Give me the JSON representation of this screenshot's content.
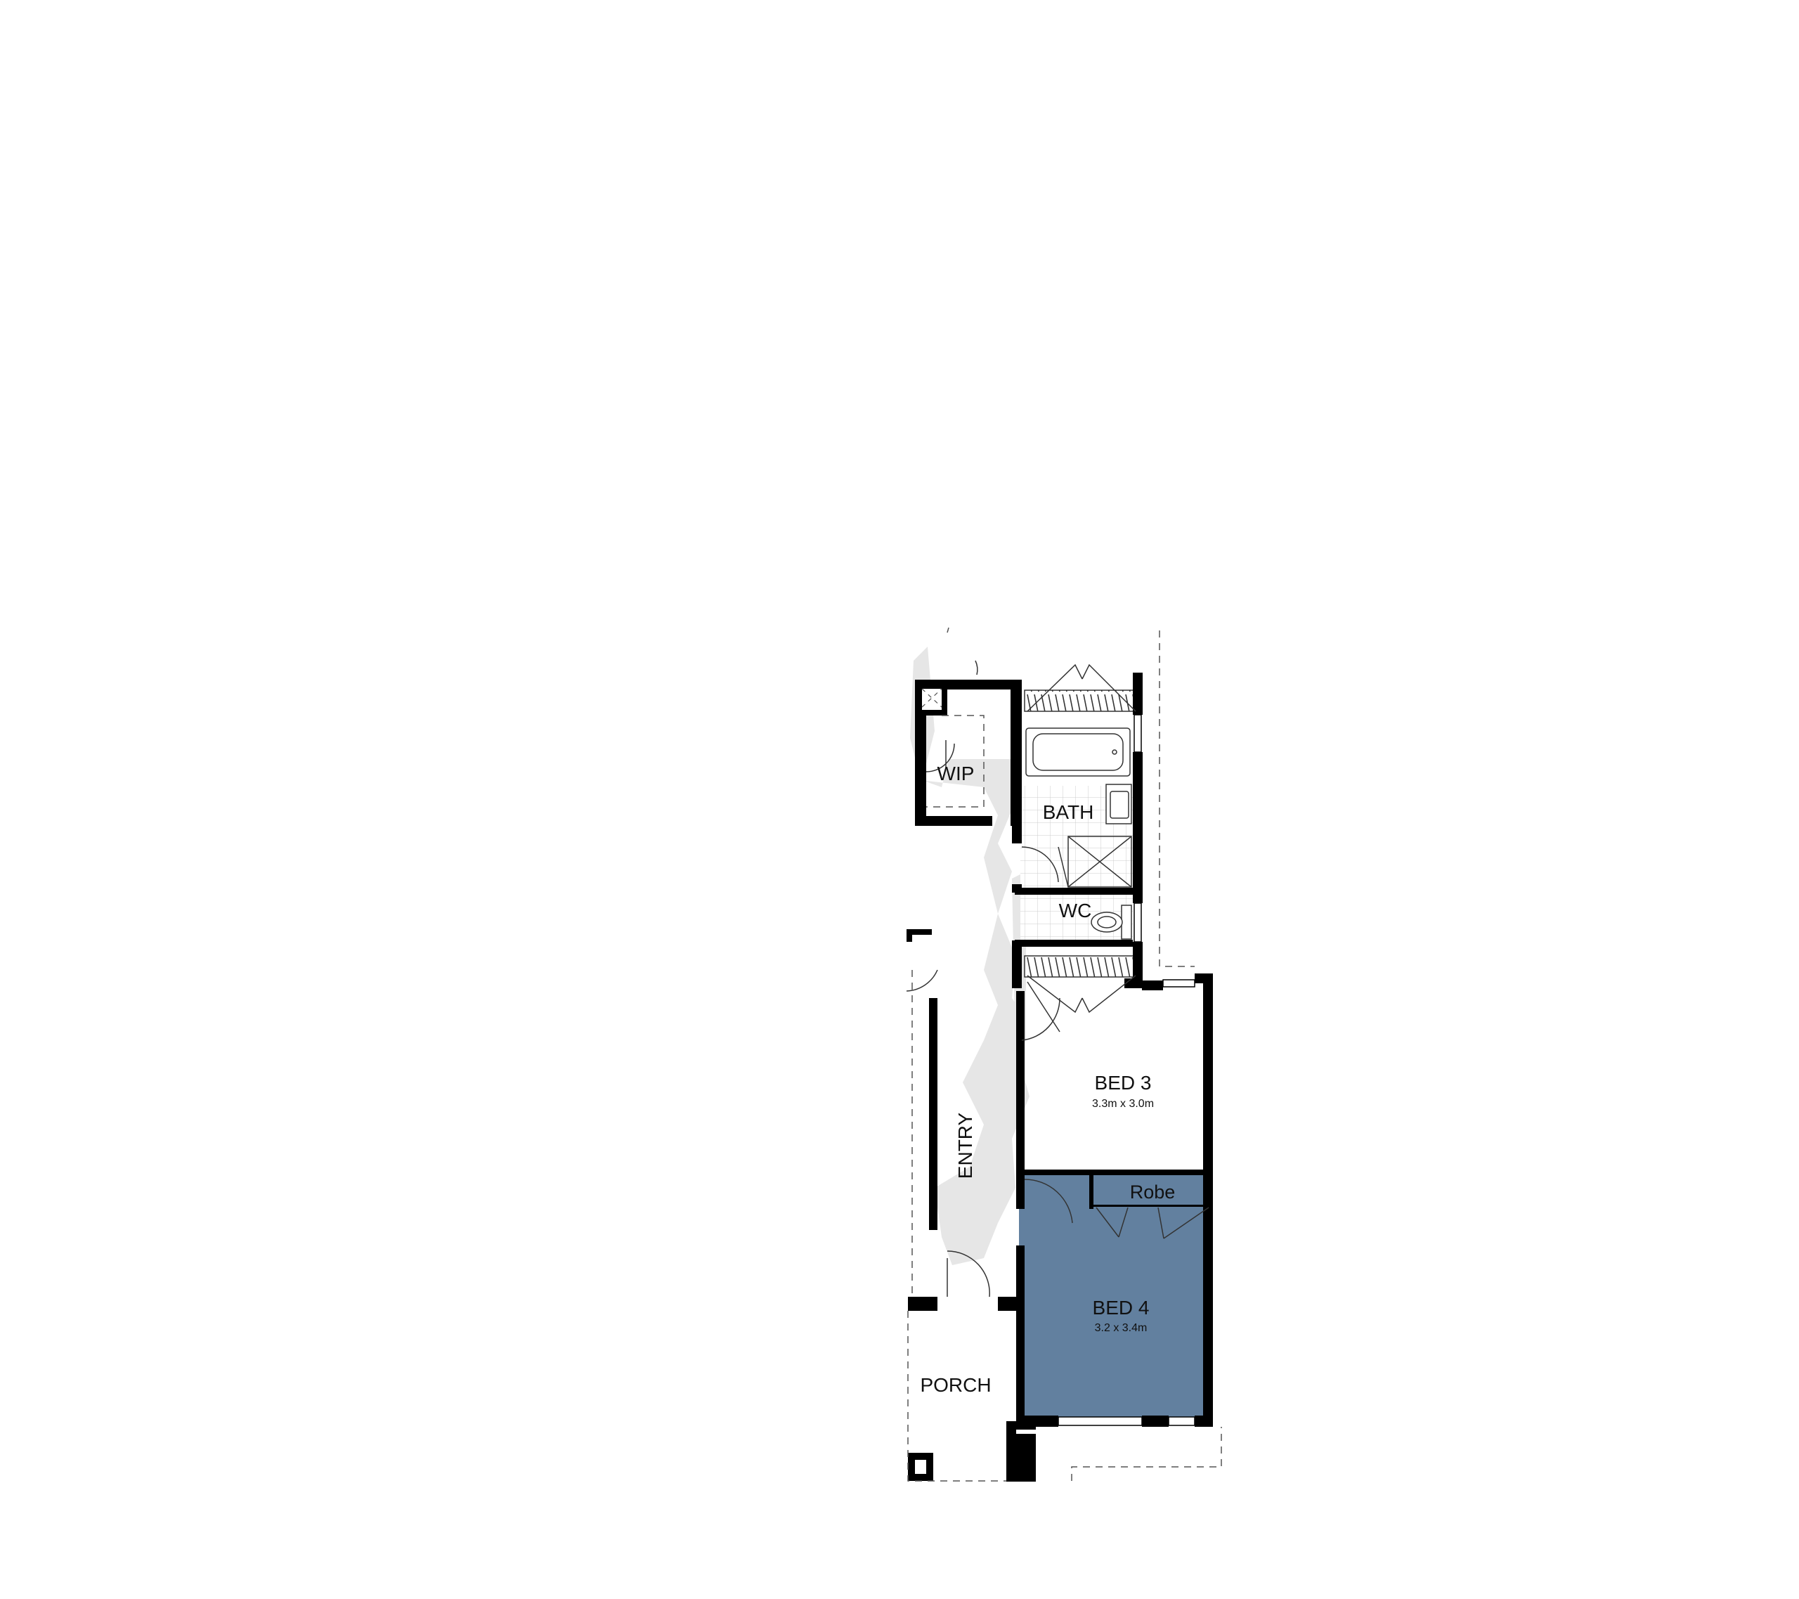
{
  "rooms": {
    "wip": {
      "name": "WIP"
    },
    "bath": {
      "name": "BATH"
    },
    "wc": {
      "name": "WC"
    },
    "entry": {
      "name": "ENTRY"
    },
    "porch": {
      "name": "PORCH"
    },
    "robe": {
      "name": "Robe"
    },
    "bed3": {
      "name": "BED 3",
      "size": "3.3m x 3.0m"
    },
    "bed4": {
      "name": "BED 4",
      "size": "3.2 x 3.4m"
    }
  },
  "colors": {
    "wall": "#000000",
    "bed4_fill": "#62809f",
    "hatch": "#e6e6e6",
    "tile_grid": "#c9c9c9",
    "dashed": "#555555"
  }
}
